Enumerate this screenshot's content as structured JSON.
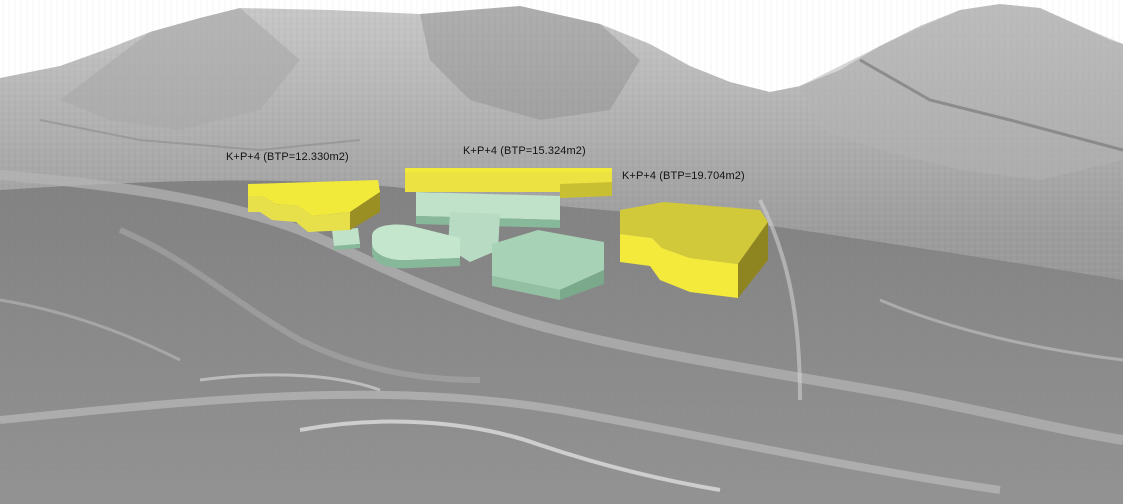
{
  "labels": [
    {
      "id": "west",
      "text": "K+P+4  (BTP=12.330m2)"
    },
    {
      "id": "north",
      "text": "K+P+4  (BTP=15.324m2)"
    },
    {
      "id": "east",
      "text": "K+P+4  (BTP=19.704m2)"
    }
  ],
  "colors": {
    "sky": "#ffffff",
    "terrain_light": "#bfbfbf",
    "terrain_mid": "#9a9a9a",
    "terrain_dark": "#6f6f6f",
    "proposed_top": "#f2ea3a",
    "proposed_side": "#9a8f22",
    "existing_top": "#bfe2c9",
    "existing_side": "#86b899"
  }
}
